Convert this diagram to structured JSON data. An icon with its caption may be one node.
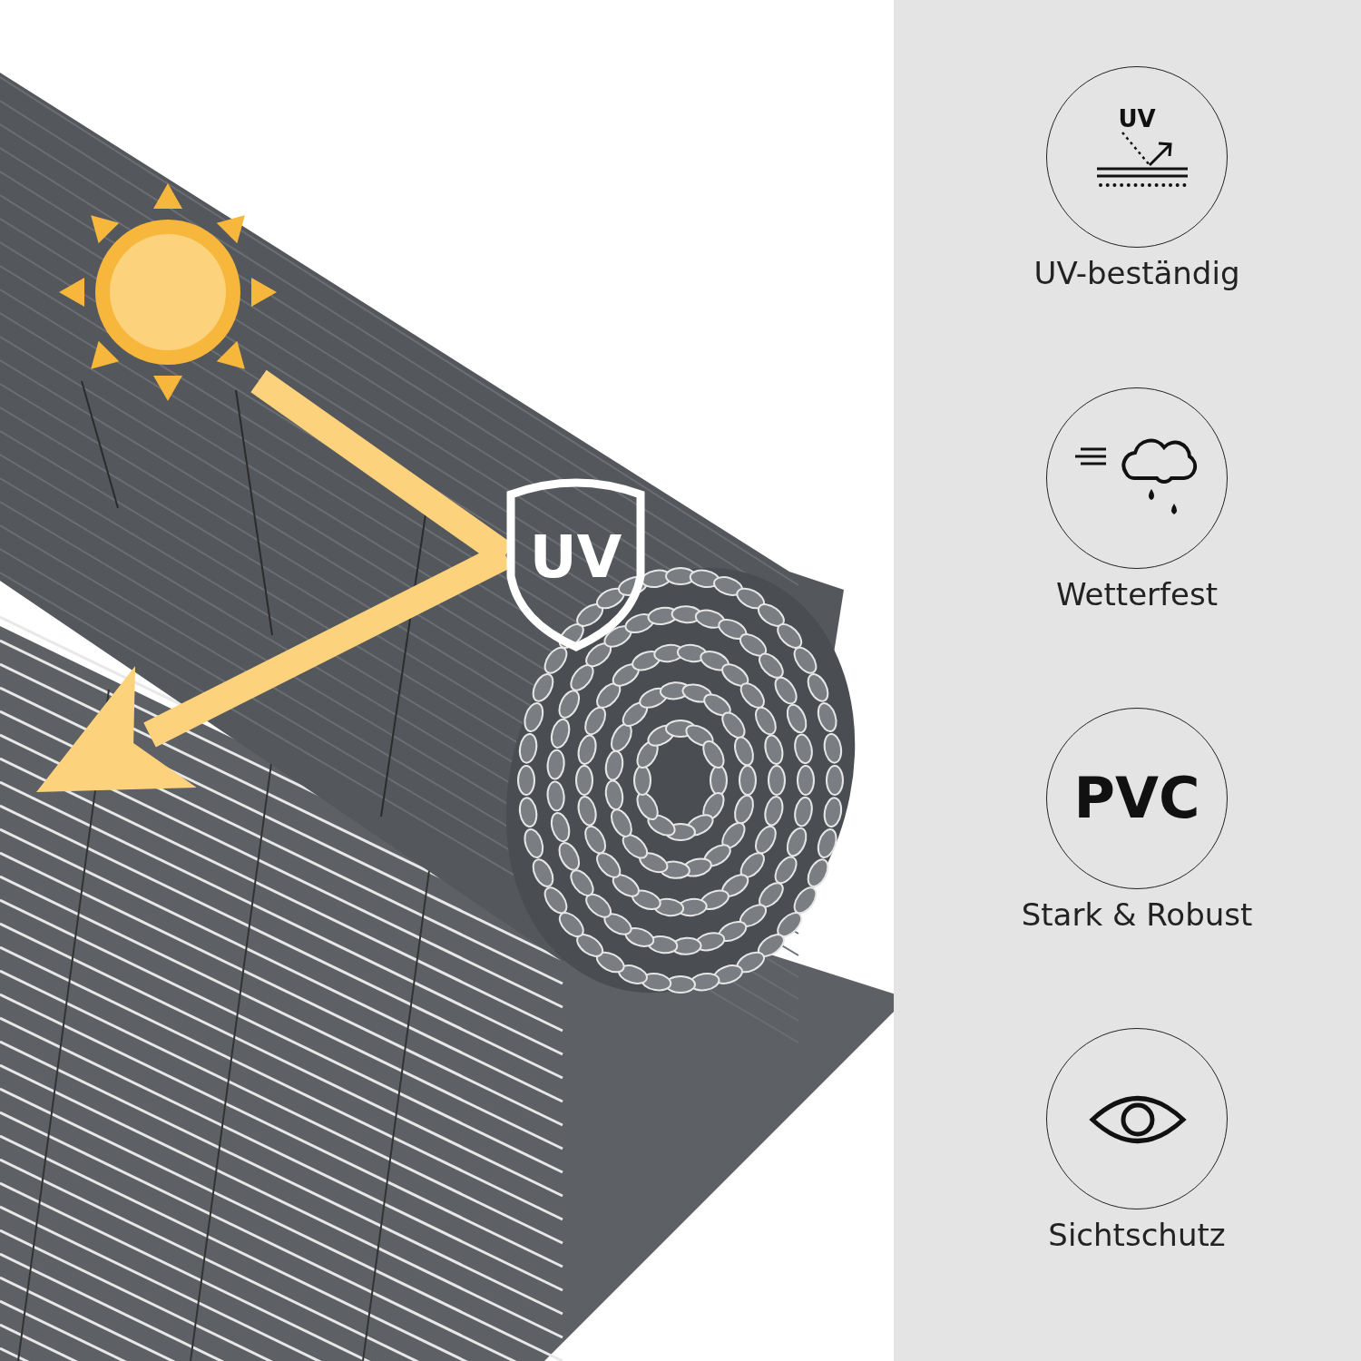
{
  "diagram": {
    "nodes": [
      {
        "text": [],
        "shape": "picture"
      },
      {
        "text": [
          "UV"
        ]
      },
      {
        "text": [
          "UV"
        ],
        "beside": [
          "UV-beständig"
        ]
      },
      {
        "text": [],
        "shape": "circle",
        "beside": [
          "Wetterfest"
        ]
      },
      {
        "text": [
          "PVC"
        ],
        "beside": [
          "Stark & Robust"
        ]
      },
      {
        "text": [],
        "shape": "circle",
        "beside": [
          "Sichtschutz"
        ]
      }
    ],
    "edges": [
      {
        "from": 0,
        "to": 1,
        "arrow": "none"
      },
      {
        "from": 1,
        "to": null,
        "arrow": "to"
      }
    ]
  }
}
